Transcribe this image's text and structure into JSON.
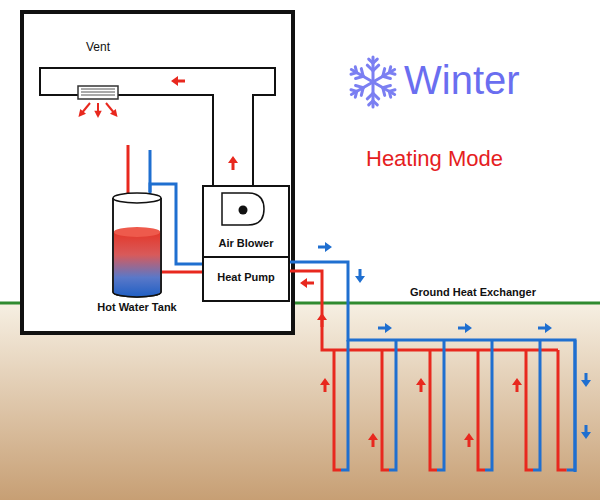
{
  "diagram": {
    "title": "Winter",
    "nodes": [
      {
        "text": [
          "Air Blower"
        ]
      },
      {
        "text": [
          "Heat Pump"
        ]
      },
      {
        "text": [
          "Hot Water Tank"
        ]
      }
    ],
    "edges": [
      {
        "from": 1,
        "to": 2,
        "arrow": "none"
      },
      {
        "from": 2,
        "to": 1,
        "arrow": "none"
      }
    ],
    "labels": [
      "Vent",
      "Heating Mode",
      "Ground Heat Exchanger"
    ]
  }
}
